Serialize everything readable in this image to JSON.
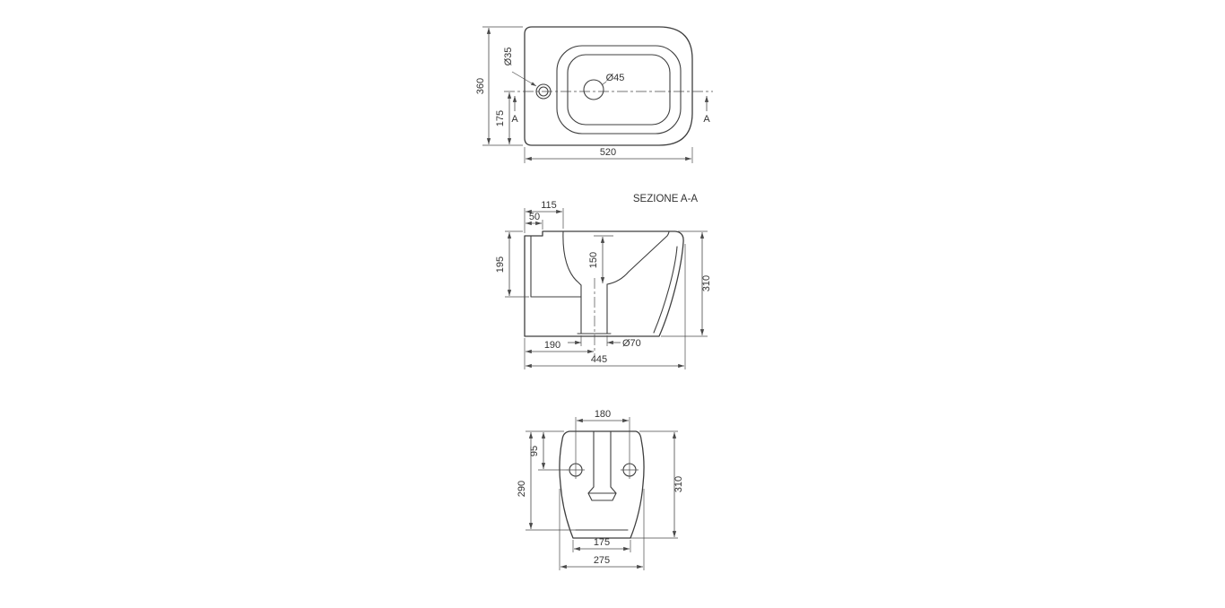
{
  "views": {
    "top": {
      "dim_depth": "360",
      "dim_hole_offset": "175",
      "dim_width": "520",
      "label_tap_hole": "Ø35",
      "label_drain": "Ø45",
      "section_marker": "A"
    },
    "section": {
      "title": "SEZIONE A-A",
      "dim_rim_ledge": "50",
      "dim_basin_edge": "115",
      "dim_rear_height": "195",
      "dim_basin_depth": "150",
      "dim_total_height": "310",
      "dim_drain_offset": "190",
      "dim_total_depth": "445",
      "label_drain": "Ø70"
    },
    "front": {
      "dim_hole_spacing": "180",
      "dim_hole_offset": "95",
      "dim_body_height": "290",
      "dim_total_height": "310",
      "dim_base_width": "175",
      "dim_total_width": "275"
    }
  },
  "colors": {
    "line": "#3f3f3f",
    "dimension": "#4a4a4a",
    "text": "#333333",
    "background": "#ffffff"
  }
}
